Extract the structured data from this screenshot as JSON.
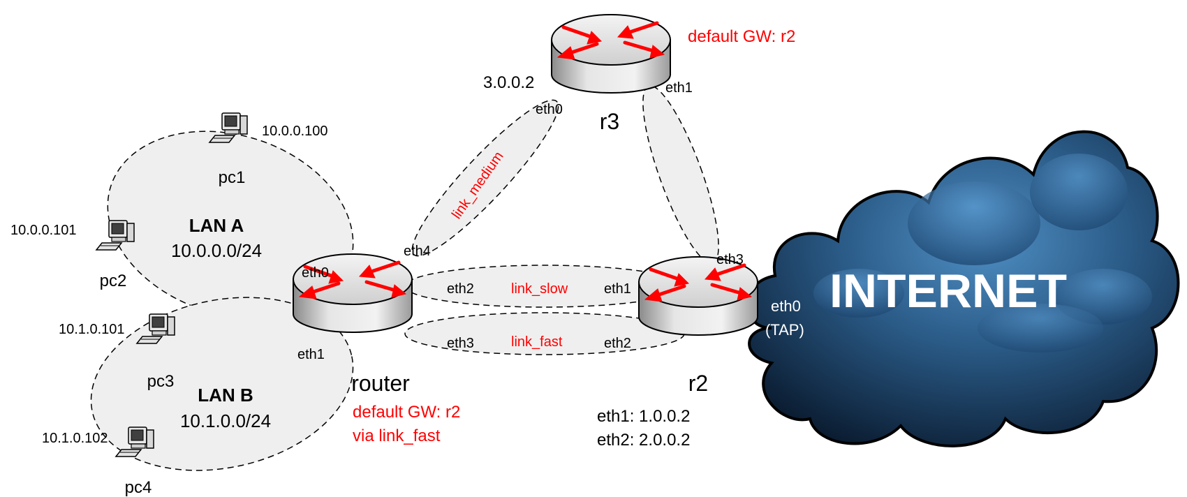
{
  "colors": {
    "annotation": "#ff0000",
    "link_fill": "#efefef",
    "cloud_dark": "#0e2438",
    "cloud_light": "#4a86b8",
    "router_body": "#d9d9d9",
    "arrow": "#ff0000"
  },
  "lans": {
    "a": {
      "name": "LAN A",
      "subnet": "10.0.0.0/24"
    },
    "b": {
      "name": "LAN B",
      "subnet": "10.1.0.0/24"
    }
  },
  "pcs": {
    "pc1": {
      "name": "pc1",
      "ip": "10.0.0.100"
    },
    "pc2": {
      "name": "pc2",
      "ip": "10.0.0.101"
    },
    "pc3": {
      "name": "pc3",
      "ip": "10.1.0.101"
    },
    "pc4": {
      "name": "pc4",
      "ip": "10.1.0.102"
    }
  },
  "routers": {
    "router": {
      "name": "router",
      "ifaces": {
        "eth0": "eth0",
        "eth1": "eth1",
        "eth2": "eth2",
        "eth3": "eth3",
        "eth4": "eth4"
      },
      "note_line1": "default GW: r2",
      "note_line2": "via link_fast"
    },
    "r2": {
      "name": "r2",
      "ifaces": {
        "eth0": "eth0",
        "eth0_sub": "(TAP)",
        "eth1": "eth1",
        "eth2": "eth2",
        "eth3": "eth3"
      },
      "addr_line1": "eth1: 1.0.0.2",
      "addr_line2": "eth2: 2.0.0.2"
    },
    "r3": {
      "name": "r3",
      "ifaces": {
        "eth0": "eth0",
        "eth1": "eth1"
      },
      "ip": "3.0.0.2",
      "note": "default GW: r2"
    }
  },
  "links": {
    "medium": "link_medium",
    "slow": "link_slow",
    "fast": "link_fast"
  },
  "internet": {
    "label": "INTERNET"
  },
  "icons": [
    "router-icon",
    "pc-icon",
    "cloud-icon"
  ]
}
